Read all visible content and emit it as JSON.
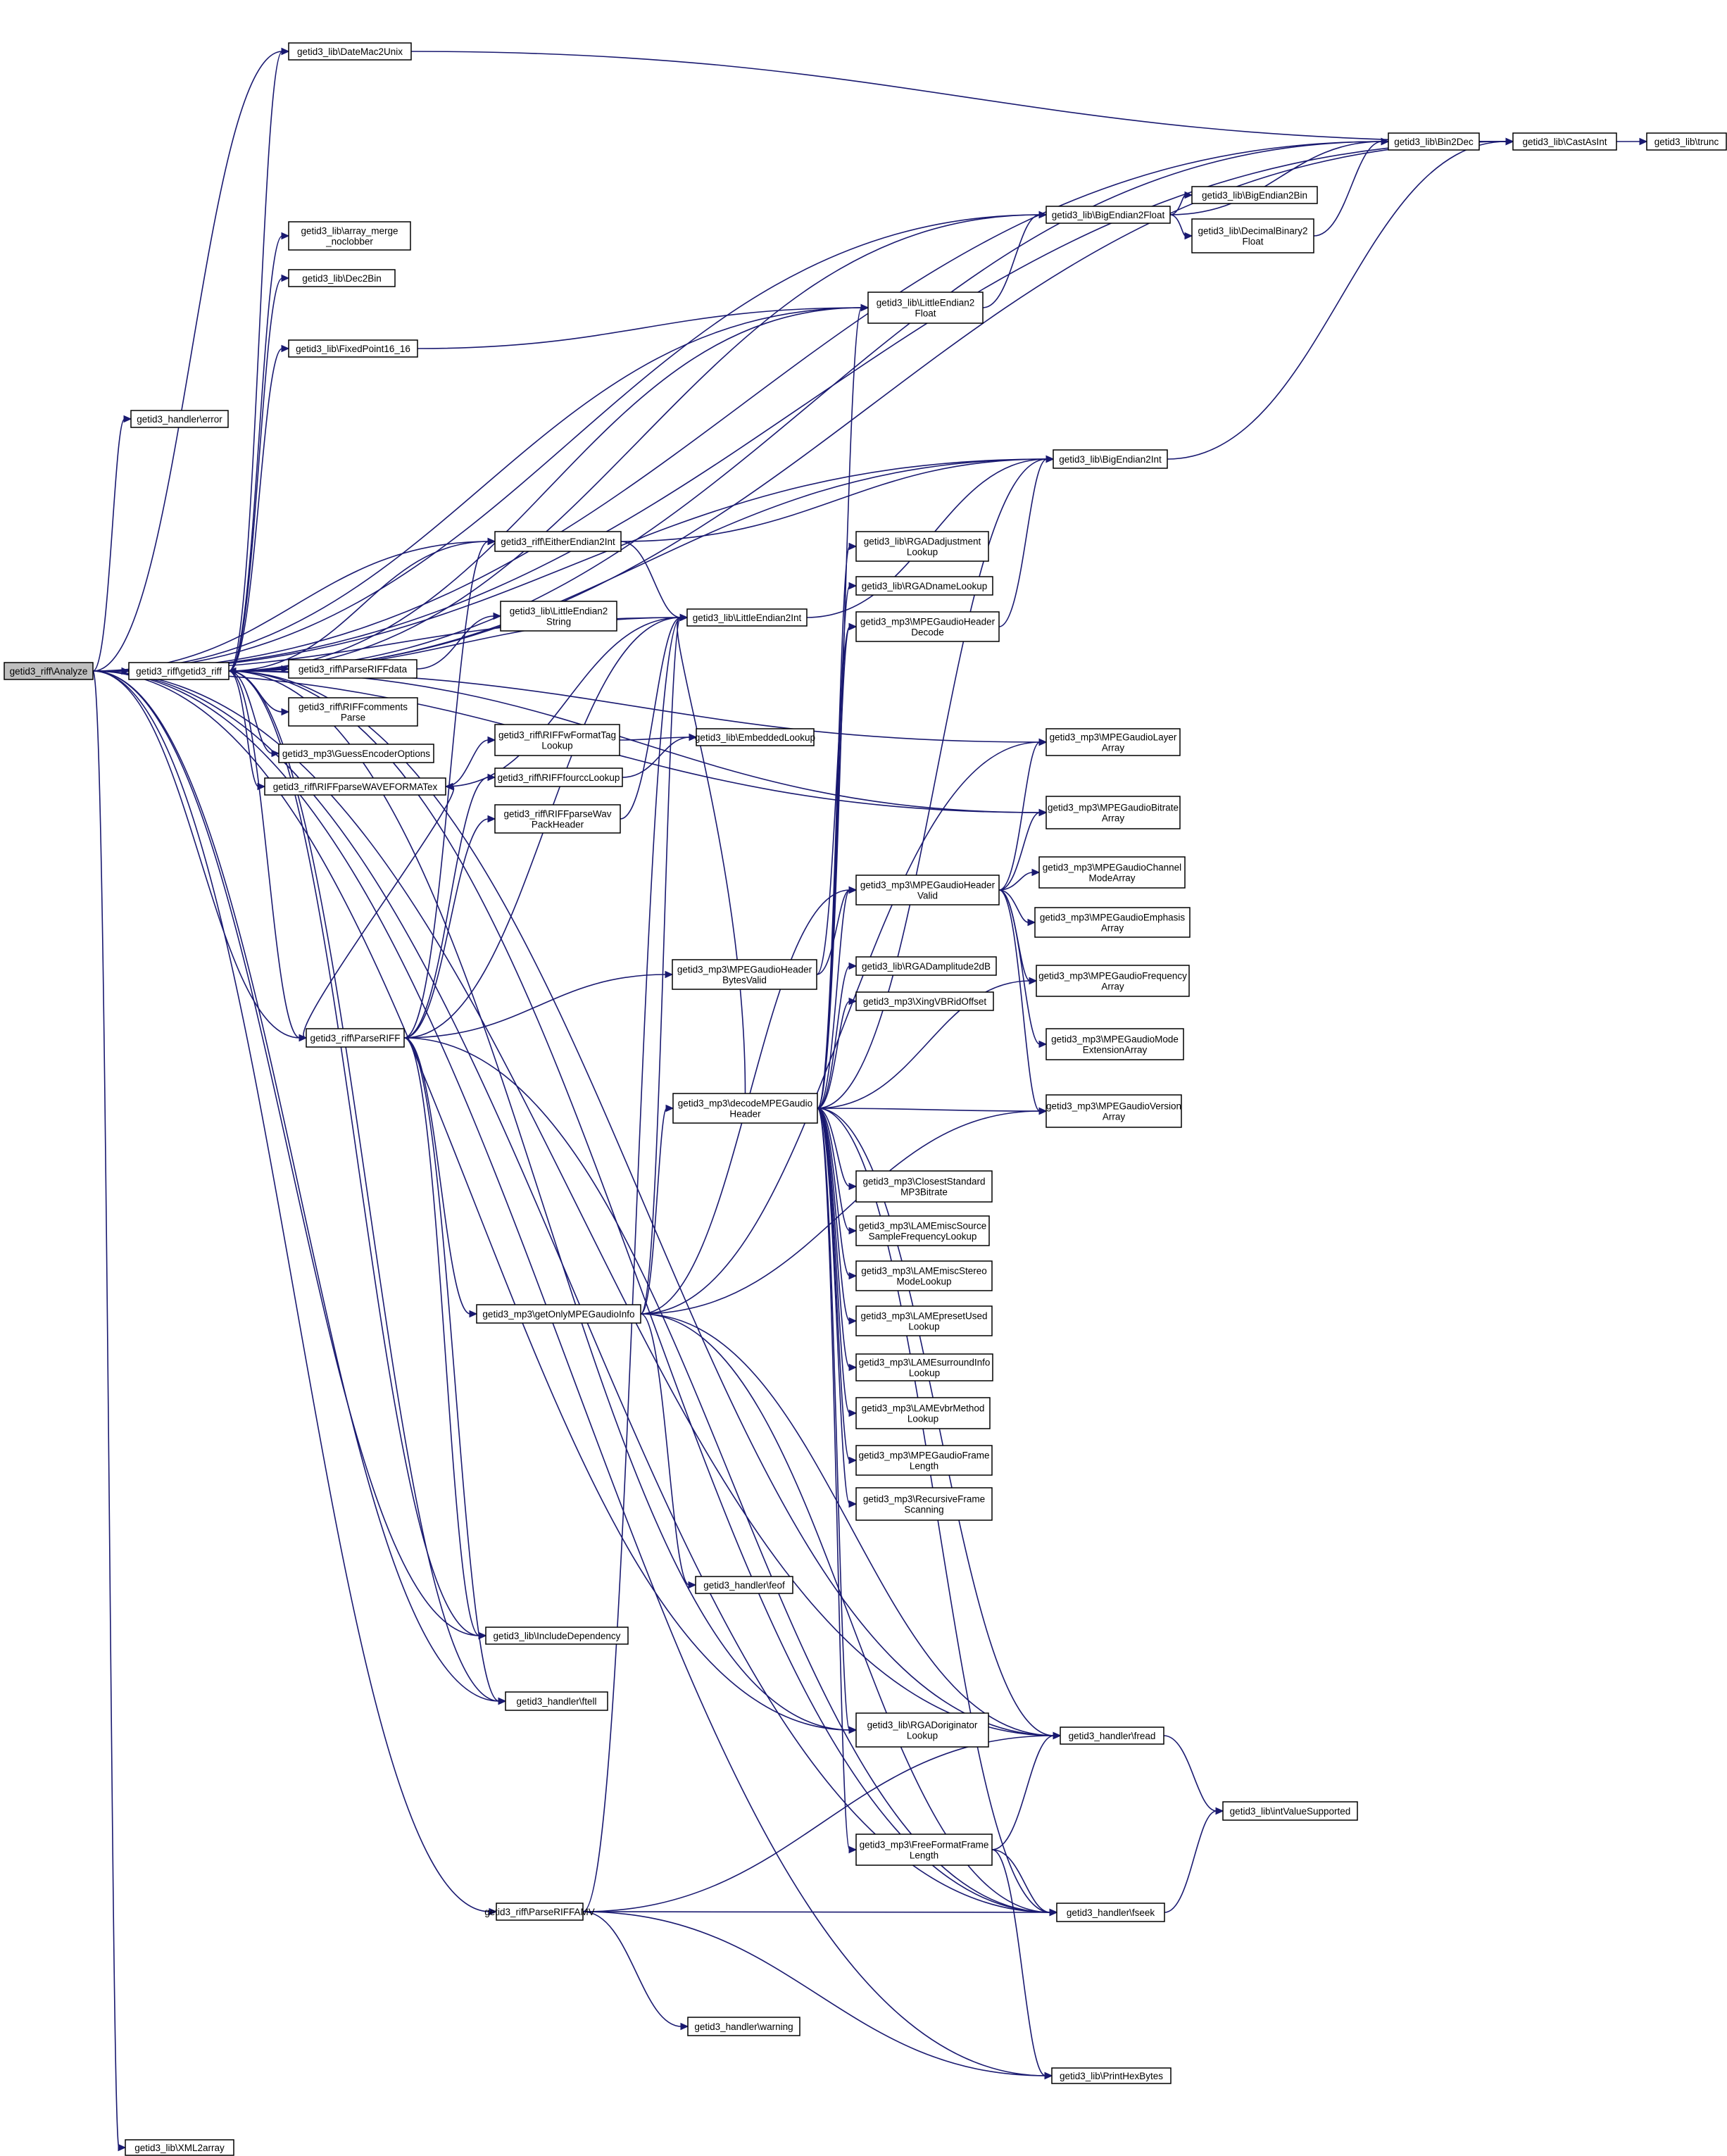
{
  "diagram": {
    "type": "call-graph",
    "nodes": [
      {
        "id": "analyze",
        "lines": [
          "getid3_riff\\Analyze"
        ],
        "root": true
      },
      {
        "id": "getid3_riff",
        "lines": [
          "getid3_riff\\getid3_riff"
        ]
      },
      {
        "id": "datemac2unix",
        "lines": [
          "getid3_lib\\DateMac2Unix"
        ]
      },
      {
        "id": "array_merge",
        "lines": [
          "getid3_lib\\array_merge",
          "_noclobber"
        ]
      },
      {
        "id": "dec2bin",
        "lines": [
          "getid3_lib\\Dec2Bin"
        ]
      },
      {
        "id": "fixedpoint",
        "lines": [
          "getid3_lib\\FixedPoint16_16"
        ]
      },
      {
        "id": "handler_error",
        "lines": [
          "getid3_handler\\error"
        ]
      },
      {
        "id": "eitherendian",
        "lines": [
          "getid3_riff\\EitherEndian2Int"
        ]
      },
      {
        "id": "le2string",
        "lines": [
          "getid3_lib\\LittleEndian2",
          "String"
        ]
      },
      {
        "id": "parseriffdata",
        "lines": [
          "getid3_riff\\ParseRIFFdata"
        ]
      },
      {
        "id": "riffcomments",
        "lines": [
          "getid3_riff\\RIFFcomments",
          "Parse"
        ]
      },
      {
        "id": "guessencoder",
        "lines": [
          "getid3_mp3\\GuessEncoderOptions"
        ]
      },
      {
        "id": "riffwaveformat",
        "lines": [
          "getid3_riff\\RIFFparseWAVEFORMATex"
        ]
      },
      {
        "id": "riffwformattag",
        "lines": [
          "getid3_riff\\RIFFwFormatTag",
          "Lookup"
        ]
      },
      {
        "id": "rifffourcc",
        "lines": [
          "getid3_riff\\RIFFfourccLookup"
        ]
      },
      {
        "id": "riffwavpack",
        "lines": [
          "getid3_riff\\RIFFparseWav",
          "PackHeader"
        ]
      },
      {
        "id": "parseriff",
        "lines": [
          "getid3_riff\\ParseRIFF"
        ]
      },
      {
        "id": "getonlympeg",
        "lines": [
          "getid3_mp3\\getOnlyMPEGaudioInfo"
        ]
      },
      {
        "id": "handler_feof",
        "lines": [
          "getid3_handler\\feof"
        ]
      },
      {
        "id": "includedep",
        "lines": [
          "getid3_lib\\IncludeDependency"
        ]
      },
      {
        "id": "handler_ftell",
        "lines": [
          "getid3_handler\\ftell"
        ]
      },
      {
        "id": "parseriffamv",
        "lines": [
          "getid3_riff\\ParseRIFFAMV"
        ]
      },
      {
        "id": "handler_warning",
        "lines": [
          "getid3_handler\\warning"
        ]
      },
      {
        "id": "xml2array",
        "lines": [
          "getid3_lib\\XML2array"
        ]
      },
      {
        "id": "le2float",
        "lines": [
          "getid3_lib\\LittleEndian2",
          "Float"
        ]
      },
      {
        "id": "le2int",
        "lines": [
          "getid3_lib\\LittleEndian2Int"
        ]
      },
      {
        "id": "embeddedlookup",
        "lines": [
          "getid3_lib\\EmbeddedLookup"
        ]
      },
      {
        "id": "mpegbytesvalid",
        "lines": [
          "getid3_mp3\\MPEGaudioHeader",
          "BytesValid"
        ]
      },
      {
        "id": "decodempeg",
        "lines": [
          "getid3_mp3\\decodeMPEGaudio",
          "Header"
        ]
      },
      {
        "id": "rgadadjust",
        "lines": [
          "getid3_lib\\RGADadjustment",
          "Lookup"
        ]
      },
      {
        "id": "rgadname",
        "lines": [
          "getid3_lib\\RGADnameLookup"
        ]
      },
      {
        "id": "mpegheaderdecode",
        "lines": [
          "getid3_mp3\\MPEGaudioHeader",
          "Decode"
        ]
      },
      {
        "id": "mpegheadervalid",
        "lines": [
          "getid3_mp3\\MPEGaudioHeader",
          "Valid"
        ]
      },
      {
        "id": "rgadamp",
        "lines": [
          "getid3_lib\\RGADamplitude2dB"
        ]
      },
      {
        "id": "xingvbr",
        "lines": [
          "getid3_mp3\\XingVBRidOffset"
        ]
      },
      {
        "id": "closeststd",
        "lines": [
          "getid3_mp3\\ClosestStandard",
          "MP3Bitrate"
        ]
      },
      {
        "id": "lamesource",
        "lines": [
          "getid3_mp3\\LAMEmiscSource",
          "SampleFrequencyLookup"
        ]
      },
      {
        "id": "lamestereo",
        "lines": [
          "getid3_mp3\\LAMEmiscStereo",
          "ModeLookup"
        ]
      },
      {
        "id": "lamepreset",
        "lines": [
          "getid3_mp3\\LAMEpresetUsed",
          "Lookup"
        ]
      },
      {
        "id": "lamesurround",
        "lines": [
          "getid3_mp3\\LAMEsurroundInfo",
          "Lookup"
        ]
      },
      {
        "id": "lamevbr",
        "lines": [
          "getid3_mp3\\LAMEvbrMethod",
          "Lookup"
        ]
      },
      {
        "id": "mpegframelen",
        "lines": [
          "getid3_mp3\\MPEGaudioFrame",
          "Length"
        ]
      },
      {
        "id": "recursiveframe",
        "lines": [
          "getid3_mp3\\RecursiveFrame",
          "Scanning"
        ]
      },
      {
        "id": "rgadorigin",
        "lines": [
          "getid3_lib\\RGADoriginator",
          "Lookup"
        ]
      },
      {
        "id": "freeformat",
        "lines": [
          "getid3_mp3\\FreeFormatFrame",
          "Length"
        ]
      },
      {
        "id": "bigendian2float",
        "lines": [
          "getid3_lib\\BigEndian2Float"
        ]
      },
      {
        "id": "bigendian2int",
        "lines": [
          "getid3_lib\\BigEndian2Int"
        ]
      },
      {
        "id": "mpeglayer",
        "lines": [
          "getid3_mp3\\MPEGaudioLayer",
          "Array"
        ]
      },
      {
        "id": "mpegbitrate",
        "lines": [
          "getid3_mp3\\MPEGaudioBitrate",
          "Array"
        ]
      },
      {
        "id": "mpegchannel",
        "lines": [
          "getid3_mp3\\MPEGaudioChannel",
          "ModeArray"
        ]
      },
      {
        "id": "mpegemphasis",
        "lines": [
          "getid3_mp3\\MPEGaudioEmphasis",
          "Array"
        ]
      },
      {
        "id": "mpegfrequency",
        "lines": [
          "getid3_mp3\\MPEGaudioFrequency",
          "Array"
        ]
      },
      {
        "id": "mpegmodeext",
        "lines": [
          "getid3_mp3\\MPEGaudioMode",
          "ExtensionArray"
        ]
      },
      {
        "id": "mpegversion",
        "lines": [
          "getid3_mp3\\MPEGaudioVersion",
          "Array"
        ]
      },
      {
        "id": "handler_fread",
        "lines": [
          "getid3_handler\\fread"
        ]
      },
      {
        "id": "handler_fseek",
        "lines": [
          "getid3_handler\\fseek"
        ]
      },
      {
        "id": "printhex",
        "lines": [
          "getid3_lib\\PrintHexBytes"
        ]
      },
      {
        "id": "bin2dec",
        "lines": [
          "getid3_lib\\Bin2Dec"
        ]
      },
      {
        "id": "bigendian2bin",
        "lines": [
          "getid3_lib\\BigEndian2Bin"
        ]
      },
      {
        "id": "decimalbinary",
        "lines": [
          "getid3_lib\\DecimalBinary2",
          "Float"
        ]
      },
      {
        "id": "intvalue",
        "lines": [
          "getid3_lib\\intValueSupported"
        ]
      },
      {
        "id": "castasint",
        "lines": [
          "getid3_lib\\CastAsInt"
        ]
      },
      {
        "id": "trunc",
        "lines": [
          "getid3_lib\\trunc"
        ]
      }
    ],
    "edges": [
      [
        "analyze",
        "getid3_riff"
      ],
      [
        "analyze",
        "datemac2unix"
      ],
      [
        "analyze",
        "handler_error"
      ],
      [
        "analyze",
        "parseriff"
      ],
      [
        "analyze",
        "includedep"
      ],
      [
        "analyze",
        "handler_ftell"
      ],
      [
        "analyze",
        "parseriffamv"
      ],
      [
        "analyze",
        "xml2array"
      ],
      [
        "analyze",
        "le2float"
      ],
      [
        "analyze",
        "le2int"
      ],
      [
        "analyze",
        "eitherendian"
      ],
      [
        "analyze",
        "bigendian2float"
      ],
      [
        "analyze",
        "bigendian2int"
      ],
      [
        "analyze",
        "bin2dec"
      ],
      [
        "analyze",
        "castasint"
      ],
      [
        "analyze",
        "mpegbitrate"
      ],
      [
        "analyze",
        "rgadorigin"
      ],
      [
        "analyze",
        "handler_fread"
      ],
      [
        "analyze",
        "handler_fseek"
      ],
      [
        "analyze",
        "printhex"
      ],
      [
        "getid3_riff",
        "datemac2unix"
      ],
      [
        "getid3_riff",
        "array_merge"
      ],
      [
        "getid3_riff",
        "dec2bin"
      ],
      [
        "getid3_riff",
        "fixedpoint"
      ],
      [
        "getid3_riff",
        "eitherendian"
      ],
      [
        "getid3_riff",
        "parseriffdata"
      ],
      [
        "getid3_riff",
        "riffcomments"
      ],
      [
        "getid3_riff",
        "guessencoder"
      ],
      [
        "getid3_riff",
        "riffwaveformat"
      ],
      [
        "getid3_riff",
        "parseriff"
      ],
      [
        "getid3_riff",
        "includedep"
      ],
      [
        "getid3_riff",
        "handler_ftell"
      ],
      [
        "getid3_riff",
        "le2int"
      ],
      [
        "getid3_riff",
        "le2float"
      ],
      [
        "getid3_riff",
        "bigendian2int"
      ],
      [
        "getid3_riff",
        "bigendian2float"
      ],
      [
        "getid3_riff",
        "bin2dec"
      ],
      [
        "getid3_riff",
        "castasint"
      ],
      [
        "getid3_riff",
        "mpeglayer"
      ],
      [
        "getid3_riff",
        "mpegbitrate"
      ],
      [
        "getid3_riff",
        "rgadorigin"
      ],
      [
        "getid3_riff",
        "handler_fread"
      ],
      [
        "getid3_riff",
        "handler_fseek"
      ],
      [
        "parseriffdata",
        "getid3_riff"
      ],
      [
        "parseriffdata",
        "le2string"
      ],
      [
        "datemac2unix",
        "castasint"
      ],
      [
        "fixedpoint",
        "le2float"
      ],
      [
        "eitherendian",
        "le2int"
      ],
      [
        "eitherendian",
        "bigendian2int"
      ],
      [
        "riffwaveformat",
        "riffwformattag"
      ],
      [
        "riffwaveformat",
        "le2int"
      ],
      [
        "riffwformattag",
        "embeddedlookup"
      ],
      [
        "rifffourcc",
        "embeddedlookup"
      ],
      [
        "riffwavpack",
        "le2int"
      ],
      [
        "parseriff",
        "eitherendian"
      ],
      [
        "parseriff",
        "rifffourcc"
      ],
      [
        "parseriff",
        "riffwavpack"
      ],
      [
        "parseriff",
        "mpegbytesvalid"
      ],
      [
        "parseriff",
        "getonlympeg"
      ],
      [
        "parseriff",
        "includedep"
      ],
      [
        "parseriff",
        "handler_ftell"
      ],
      [
        "parseriff",
        "le2int"
      ],
      [
        "parseriff",
        "handler_fseek"
      ],
      [
        "parseriff",
        "riffwaveformat"
      ],
      [
        "getonlympeg",
        "decodempeg"
      ],
      [
        "getonlympeg",
        "mpegheadervalid"
      ],
      [
        "getonlympeg",
        "handler_feof"
      ],
      [
        "getonlympeg",
        "handler_fread"
      ],
      [
        "getonlympeg",
        "handler_fseek"
      ],
      [
        "getonlympeg",
        "mpegversion"
      ],
      [
        "getonlympeg",
        "mpeglayer"
      ],
      [
        "getonlympeg",
        "le2int"
      ],
      [
        "mpegbytesvalid",
        "mpegheaderdecode"
      ],
      [
        "mpegbytesvalid",
        "mpegheadervalid"
      ],
      [
        "decodempeg",
        "le2float"
      ],
      [
        "decodempeg",
        "le2int"
      ],
      [
        "decodempeg",
        "rgadadjust"
      ],
      [
        "decodempeg",
        "rgadname"
      ],
      [
        "decodempeg",
        "mpegheaderdecode"
      ],
      [
        "decodempeg",
        "mpegheadervalid"
      ],
      [
        "decodempeg",
        "rgadamp"
      ],
      [
        "decodempeg",
        "xingvbr"
      ],
      [
        "decodempeg",
        "closeststd"
      ],
      [
        "decodempeg",
        "lamesource"
      ],
      [
        "decodempeg",
        "lamestereo"
      ],
      [
        "decodempeg",
        "lamepreset"
      ],
      [
        "decodempeg",
        "lamesurround"
      ],
      [
        "decodempeg",
        "lamevbr"
      ],
      [
        "decodempeg",
        "mpegframelen"
      ],
      [
        "decodempeg",
        "recursiveframe"
      ],
      [
        "decodempeg",
        "rgadorigin"
      ],
      [
        "decodempeg",
        "freeformat"
      ],
      [
        "decodempeg",
        "mpegfrequency"
      ],
      [
        "decodempeg",
        "mpegversion"
      ],
      [
        "decodempeg",
        "handler_fread"
      ],
      [
        "decodempeg",
        "handler_fseek"
      ],
      [
        "decodempeg",
        "bigendian2int"
      ],
      [
        "mpegheaderdecode",
        "bigendian2int"
      ],
      [
        "mpegheadervalid",
        "mpeglayer"
      ],
      [
        "mpegheadervalid",
        "mpegbitrate"
      ],
      [
        "mpegheadervalid",
        "mpegchannel"
      ],
      [
        "mpegheadervalid",
        "mpegemphasis"
      ],
      [
        "mpegheadervalid",
        "mpegfrequency"
      ],
      [
        "mpegheadervalid",
        "mpegmodeext"
      ],
      [
        "mpegheadervalid",
        "mpegversion"
      ],
      [
        "freeformat",
        "handler_fread"
      ],
      [
        "freeformat",
        "handler_fseek"
      ],
      [
        "freeformat",
        "printhex"
      ],
      [
        "parseriffamv",
        "le2int"
      ],
      [
        "parseriffamv",
        "handler_warning"
      ],
      [
        "parseriffamv",
        "handler_fread"
      ],
      [
        "parseriffamv",
        "handler_fseek"
      ],
      [
        "parseriffamv",
        "printhex"
      ],
      [
        "le2float",
        "bigendian2float"
      ],
      [
        "le2int",
        "bigendian2int"
      ],
      [
        "bigendian2float",
        "bin2dec"
      ],
      [
        "bigendian2float",
        "bigendian2bin"
      ],
      [
        "bigendian2float",
        "decimalbinary"
      ],
      [
        "decimalbinary",
        "bin2dec"
      ],
      [
        "bigendian2int",
        "castasint"
      ],
      [
        "bin2dec",
        "castasint"
      ],
      [
        "castasint",
        "trunc"
      ],
      [
        "handler_fread",
        "intvalue"
      ],
      [
        "handler_fseek",
        "intvalue"
      ]
    ]
  }
}
